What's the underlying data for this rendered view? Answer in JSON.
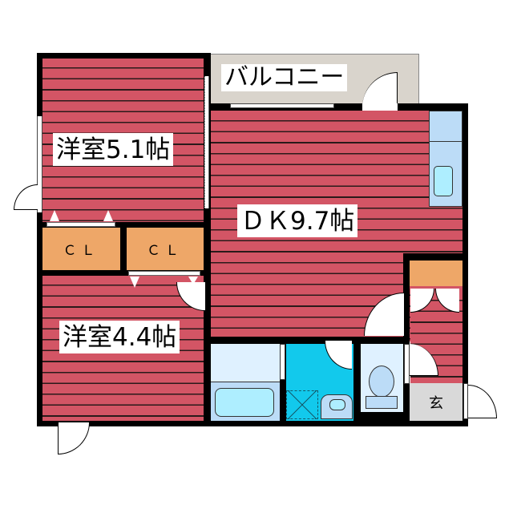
{
  "floorplan": {
    "rooms": {
      "western_room_1": {
        "label": "洋室5.1帖"
      },
      "western_room_2": {
        "label": "洋室4.4帖"
      },
      "dining_kitchen": {
        "label": "ＤＫ9.7帖"
      },
      "balcony": {
        "label": "バルコニー"
      },
      "closet_1": {
        "label": "ＣＬ"
      },
      "closet_2": {
        "label": "ＣＬ"
      },
      "entrance": {
        "label": "玄"
      }
    },
    "colors": {
      "floor": "#d35565",
      "closet": "#eea768",
      "balcony": "#d9d4cc",
      "bath": "#dff1ff",
      "washroom": "#12c9ec",
      "toilet": "#dff1ff",
      "entrance": "#d9d9d9",
      "kitchen_counter": "#bcdcf7",
      "sink": "#aeeeff",
      "wall": "#000000"
    }
  }
}
